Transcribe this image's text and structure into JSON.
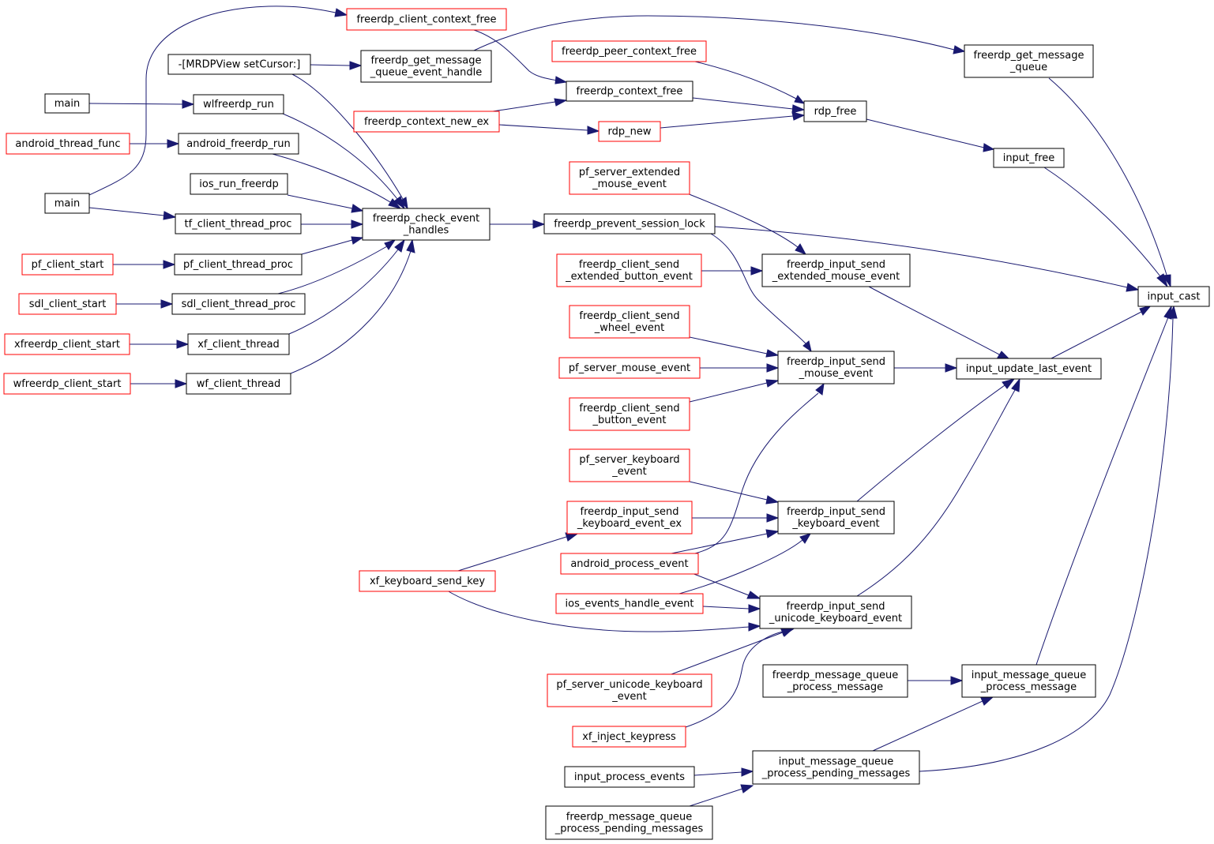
{
  "colors": {
    "edge": "#191970",
    "border_normal": "#000000",
    "border_truncated": "#ff0000",
    "focus_fill": "#bfbfbf"
  },
  "nodes": [
    {
      "id": "input_cast",
      "lines": [
        "input_cast"
      ],
      "style": "focus"
    },
    {
      "id": "freerdp_get_message_queue",
      "lines": [
        "freerdp_get_message",
        "_queue"
      ],
      "style": "normal"
    },
    {
      "id": "input_free",
      "lines": [
        "input_free"
      ],
      "style": "normal"
    },
    {
      "id": "rdp_free",
      "lines": [
        "rdp_free"
      ],
      "style": "normal"
    },
    {
      "id": "freerdp_prevent_session_lock",
      "lines": [
        "freerdp_prevent_session_lock"
      ],
      "style": "normal"
    },
    {
      "id": "input_update_last_event",
      "lines": [
        "input_update_last_event"
      ],
      "style": "normal"
    },
    {
      "id": "input_message_queue_process_message",
      "lines": [
        "input_message_queue",
        "_process_message"
      ],
      "style": "normal"
    },
    {
      "id": "input_message_queue_process_pending_messages",
      "lines": [
        "input_message_queue",
        "_process_pending_messages"
      ],
      "style": "normal"
    },
    {
      "id": "freerdp_client_context_free",
      "lines": [
        "freerdp_client_context_free"
      ],
      "style": "truncated"
    },
    {
      "id": "freerdp_get_message_queue_event_handle",
      "lines": [
        "freerdp_get_message",
        "_queue_event_handle"
      ],
      "style": "normal"
    },
    {
      "id": "mrdpview_setcursor",
      "lines": [
        "-[MRDPView setCursor:]"
      ],
      "style": "normal"
    },
    {
      "id": "freerdp_peer_context_free",
      "lines": [
        "freerdp_peer_context_free"
      ],
      "style": "truncated"
    },
    {
      "id": "freerdp_context_free",
      "lines": [
        "freerdp_context_free"
      ],
      "style": "normal"
    },
    {
      "id": "freerdp_context_new_ex",
      "lines": [
        "freerdp_context_new_ex"
      ],
      "style": "truncated"
    },
    {
      "id": "rdp_new",
      "lines": [
        "rdp_new"
      ],
      "style": "truncated"
    },
    {
      "id": "main_1",
      "lines": [
        "main"
      ],
      "style": "normal"
    },
    {
      "id": "wlfreerdp_run",
      "lines": [
        "wlfreerdp_run"
      ],
      "style": "normal"
    },
    {
      "id": "android_thread_func",
      "lines": [
        "android_thread_func"
      ],
      "style": "truncated"
    },
    {
      "id": "android_freerdp_run",
      "lines": [
        "android_freerdp_run"
      ],
      "style": "normal"
    },
    {
      "id": "ios_run_freerdp",
      "lines": [
        "ios_run_freerdp"
      ],
      "style": "normal"
    },
    {
      "id": "main_2",
      "lines": [
        "main"
      ],
      "style": "normal"
    },
    {
      "id": "tf_client_thread_proc",
      "lines": [
        "tf_client_thread_proc"
      ],
      "style": "normal"
    },
    {
      "id": "pf_client_start",
      "lines": [
        "pf_client_start"
      ],
      "style": "truncated"
    },
    {
      "id": "pf_client_thread_proc",
      "lines": [
        "pf_client_thread_proc"
      ],
      "style": "normal"
    },
    {
      "id": "sdl_client_start",
      "lines": [
        "sdl_client_start"
      ],
      "style": "truncated"
    },
    {
      "id": "sdl_client_thread_proc",
      "lines": [
        "sdl_client_thread_proc"
      ],
      "style": "normal"
    },
    {
      "id": "xfreerdp_client_start",
      "lines": [
        "xfreerdp_client_start"
      ],
      "style": "truncated"
    },
    {
      "id": "xf_client_thread",
      "lines": [
        "xf_client_thread"
      ],
      "style": "normal"
    },
    {
      "id": "wfreerdp_client_start",
      "lines": [
        "wfreerdp_client_start"
      ],
      "style": "truncated"
    },
    {
      "id": "wf_client_thread",
      "lines": [
        "wf_client_thread"
      ],
      "style": "normal"
    },
    {
      "id": "freerdp_check_event_handles",
      "lines": [
        "freerdp_check_event",
        "_handles"
      ],
      "style": "normal"
    },
    {
      "id": "pf_server_extended_mouse_event",
      "lines": [
        "pf_server_extended",
        "_mouse_event"
      ],
      "style": "truncated"
    },
    {
      "id": "freerdp_client_send_extended_button_event",
      "lines": [
        "freerdp_client_send",
        "_extended_button_event"
      ],
      "style": "truncated"
    },
    {
      "id": "freerdp_input_send_extended_mouse_event",
      "lines": [
        "freerdp_input_send",
        "_extended_mouse_event"
      ],
      "style": "normal"
    },
    {
      "id": "freerdp_client_send_wheel_event",
      "lines": [
        "freerdp_client_send",
        "_wheel_event"
      ],
      "style": "truncated"
    },
    {
      "id": "pf_server_mouse_event",
      "lines": [
        "pf_server_mouse_event"
      ],
      "style": "truncated"
    },
    {
      "id": "freerdp_client_send_button_event",
      "lines": [
        "freerdp_client_send",
        "_button_event"
      ],
      "style": "truncated"
    },
    {
      "id": "freerdp_input_send_mouse_event",
      "lines": [
        "freerdp_input_send",
        "_mouse_event"
      ],
      "style": "normal"
    },
    {
      "id": "pf_server_keyboard_event",
      "lines": [
        "pf_server_keyboard",
        "_event"
      ],
      "style": "truncated"
    },
    {
      "id": "freerdp_input_send_keyboard_event_ex",
      "lines": [
        "freerdp_input_send",
        "_keyboard_event_ex"
      ],
      "style": "truncated"
    },
    {
      "id": "freerdp_input_send_keyboard_event",
      "lines": [
        "freerdp_input_send",
        "_keyboard_event"
      ],
      "style": "normal"
    },
    {
      "id": "android_process_event",
      "lines": [
        "android_process_event"
      ],
      "style": "truncated"
    },
    {
      "id": "xf_keyboard_send_key",
      "lines": [
        "xf_keyboard_send_key"
      ],
      "style": "truncated"
    },
    {
      "id": "ios_events_handle_event",
      "lines": [
        "ios_events_handle_event"
      ],
      "style": "truncated"
    },
    {
      "id": "freerdp_input_send_unicode_keyboard_event",
      "lines": [
        "freerdp_input_send",
        "_unicode_keyboard_event"
      ],
      "style": "normal"
    },
    {
      "id": "pf_server_unicode_keyboard_event",
      "lines": [
        "pf_server_unicode_keyboard",
        "_event"
      ],
      "style": "truncated"
    },
    {
      "id": "xf_inject_keypress",
      "lines": [
        "xf_inject_keypress"
      ],
      "style": "truncated"
    },
    {
      "id": "freerdp_message_queue_process_message",
      "lines": [
        "freerdp_message_queue",
        "_process_message"
      ],
      "style": "normal"
    },
    {
      "id": "input_process_events",
      "lines": [
        "input_process_events"
      ],
      "style": "normal"
    },
    {
      "id": "freerdp_message_queue_process_pending_messages",
      "lines": [
        "freerdp_message_queue",
        "_process_pending_messages"
      ],
      "style": "normal"
    }
  ]
}
